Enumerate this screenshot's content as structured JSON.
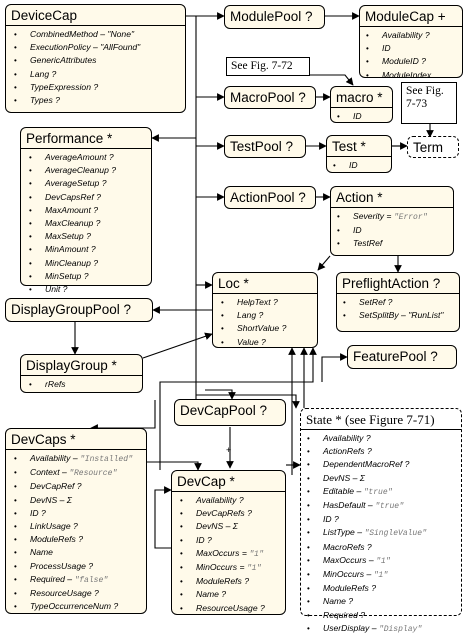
{
  "boxes": {
    "devicecap": {
      "title": "DeviceCap",
      "attrs": [
        "CombinedMethod – \"None\"",
        "ExecutionPolicy – \"AllFound\"",
        "GenericAttributes",
        "Lang ?",
        "TypeExpression ?",
        "Types ?"
      ]
    },
    "modulepool": {
      "title": "ModulePool ?"
    },
    "modulecap": {
      "title": "ModuleCap +",
      "attrs": [
        "Availability ?",
        "ID",
        "ModuleID ?",
        "ModuleIndex"
      ]
    },
    "macropool": {
      "title": "MacroPool ?"
    },
    "macro": {
      "title": "macro *",
      "attrs": [
        "ID"
      ]
    },
    "performance": {
      "title": "Performance *",
      "attrs": [
        "AverageAmount ?",
        "AverageCleanup ?",
        "AverageSetup ?",
        "DevCapsRef ?",
        "MaxAmount ?",
        "MaxCleanup ?",
        "MaxSetup ?",
        "MinAmount ?",
        "MinCleanup ?",
        "MinSetup ?",
        "Unit ?"
      ]
    },
    "testpool": {
      "title": "TestPool ?"
    },
    "test": {
      "title": "Test *",
      "attrs": [
        "ID"
      ]
    },
    "term": {
      "title": "Term"
    },
    "actionpool": {
      "title": "ActionPool ?"
    },
    "action": {
      "title": "Action *",
      "attrs": [
        "Severity = \"Error\"",
        "ID",
        "TestRef"
      ]
    },
    "loc": {
      "title": "Loc *",
      "attrs": [
        "HelpText ?",
        "Lang ?",
        "ShortValue ?",
        "Value ?"
      ]
    },
    "preflightaction": {
      "title": "PreflightAction ?",
      "attrs": [
        "SetRef ?",
        "SetSplitBy – \"RunList\""
      ]
    },
    "displaygrouppool": {
      "title": "DisplayGroupPool ?"
    },
    "displaygroup": {
      "title": "DisplayGroup *",
      "attrs": [
        "rRefs"
      ]
    },
    "featurepool": {
      "title": "FeaturePool ?"
    },
    "devcappool": {
      "title": "DevCapPool ?"
    },
    "devcaps": {
      "title": "DevCaps *",
      "attrs": [
        "Availability – \"Installed\"",
        "Context – \"Resource\"",
        "DevCapRef ?",
        "DevNS – Σ",
        "ID ?",
        "LinkUsage ?",
        "ModuleRefs ?",
        "Name",
        "ProcessUsage ?",
        "Required – \"false\"",
        "ResourceUsage ?",
        "TypeOccurrenceNum ?"
      ]
    },
    "devcap": {
      "title": "DevCap *",
      "attrs": [
        "Availability ?",
        "DevCapRefs ?",
        "DevNS – Σ",
        "ID ?",
        "MaxOccurs = \"1\"",
        "MinOccurs = \"1\"",
        "ModuleRefs ?",
        "Name ?",
        "ResourceUsage ?"
      ]
    },
    "state": {
      "title": "State * (see Figure 7-71)",
      "attrs": [
        "Availability ?",
        "ActionRefs ?",
        "DependentMacroRef ?",
        "DevNS – Σ",
        "Editable – \"true\"",
        "HasDefault – \"true\"",
        "ID ?",
        "ListType – \"SingleValue\"",
        "MacroRefs ?",
        "MaxOccurs – \"1\"",
        "MinOccurs – \"1\"",
        "ModuleRefs ?",
        "Name ?",
        "Required ?",
        "UserDisplay – \"Display\""
      ]
    }
  },
  "notes": {
    "fig72": "See Fig. 7-72",
    "fig73": "See Fig. 7-73"
  },
  "plus_mark": "+"
}
